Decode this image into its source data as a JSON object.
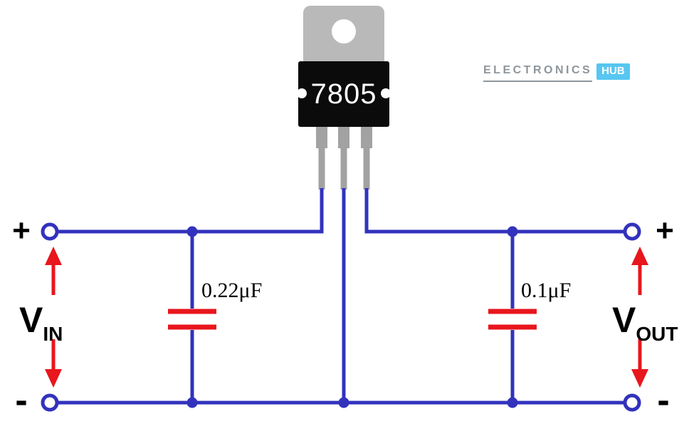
{
  "ic": {
    "part_number": "7805"
  },
  "brand": {
    "name": "ELECTRONICS",
    "tag": "HUB"
  },
  "input": {
    "plus": "+",
    "minus": "-",
    "label_main": "V",
    "label_sub": "IN"
  },
  "output": {
    "plus": "+",
    "minus": "-",
    "label_main": "V",
    "label_sub": "OUT"
  },
  "capacitors": [
    {
      "value": "0.22μF"
    },
    {
      "value": "0.1μF"
    }
  ],
  "colors": {
    "wire": "#3232bd",
    "component_red": "#e8161d",
    "ic_body": "#0b0b0b",
    "ic_tab": "#b9b9b9",
    "leg_gray": "#a2a2a2",
    "brand_text": "#8e969c",
    "brand_tag_bg": "#57c6f1"
  }
}
